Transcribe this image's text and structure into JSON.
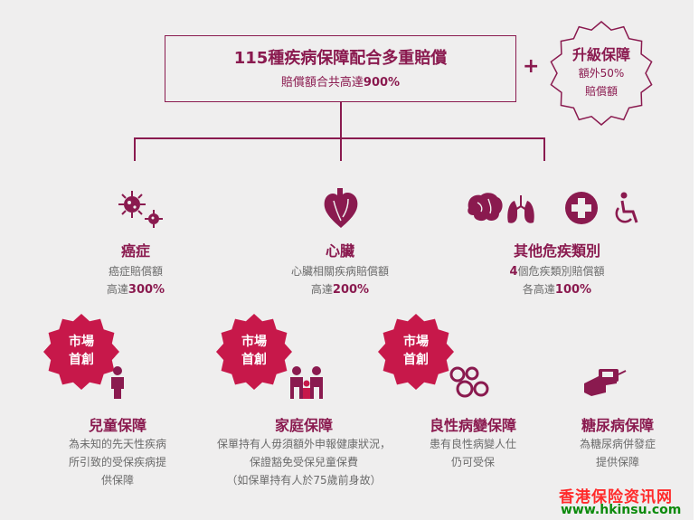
{
  "top_box": {
    "title": "115種疾病保障配合多重賠償",
    "subtitle_prefix": "賠償額合共高達",
    "subtitle_value": "900%"
  },
  "plus_symbol": "+",
  "upgrade": {
    "title": "升級保障",
    "line1": "額外50%",
    "line2": "賠償額"
  },
  "categories": [
    {
      "icon": "virus-icon",
      "title": "癌症",
      "line1": "癌症賠償額",
      "line2_prefix": "高達",
      "line2_value": "300%"
    },
    {
      "icon": "heart-icon",
      "title": "心臟",
      "line1": "心臟相關疾病賠償額",
      "line2_prefix": "高達",
      "line2_value": "200%"
    },
    {
      "icon": "organs-icon",
      "title": "其他危疾類別",
      "line1_value": "4",
      "line1": "個危疾類別賠償額",
      "line2_prefix": "各高達",
      "line2_value": "100%"
    }
  ],
  "badges": [
    {
      "line1": "市場",
      "line2": "首創"
    },
    {
      "line1": "市場",
      "line2": "首創"
    },
    {
      "line1": "市場",
      "line2": "首創"
    }
  ],
  "bottom": [
    {
      "icon": "child-icon",
      "title": "兒童保障",
      "lines": [
        "為未知的先天性疾病",
        "所引致的受保疾病提",
        "供保障"
      ]
    },
    {
      "icon": "family-icon",
      "title": "家庭保障",
      "lines": [
        "保單持有人毋須額外申報健康狀況，",
        "保證豁免受保兒童保費",
        "（如保單持有人於75歲前身故）"
      ]
    },
    {
      "icon": "cells-icon",
      "title": "良性病變保障",
      "lines": [
        "患有良性病變人仕",
        "仍可受保"
      ]
    },
    {
      "icon": "glucose-meter-icon",
      "title": "糖尿病保障",
      "lines": [
        "為糖尿病併發症",
        "提供保障"
      ]
    }
  ],
  "watermark": {
    "line1": "香港保险资讯网",
    "line2": "www.hkinsu.com"
  },
  "colors": {
    "accent": "#8a1a4f",
    "badge": "#c7184a",
    "text_grey": "#6b6b6b",
    "background": "#efeeee"
  }
}
